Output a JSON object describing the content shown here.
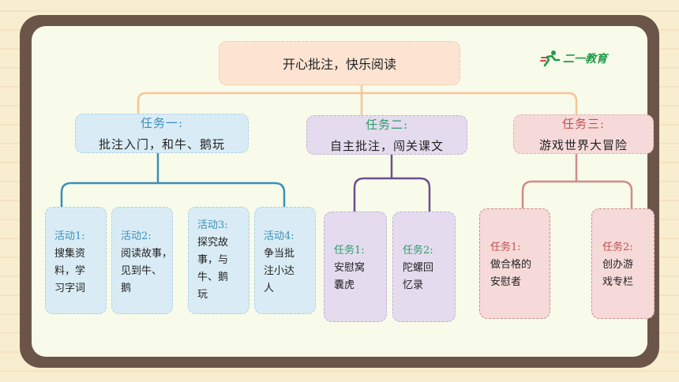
{
  "root": "开心批注，快乐阅读",
  "logo": {
    "text": "二一教育",
    "icon": "runner-icon",
    "color": "#1f9b4a"
  },
  "tasks": [
    {
      "title": "任务一:",
      "subtitle": "批注入门，和牛、鹅玩",
      "color": "#3b8fb9",
      "children": [
        {
          "title": "活动1:",
          "body": "搜集资\n料，学\n习字词"
        },
        {
          "title": "活动2:",
          "body": "阅读故事，\n见到牛、\n鹅"
        },
        {
          "title": "活动3:",
          "body": "探究故\n事，与\n牛、鹅\n玩"
        },
        {
          "title": "活动4:",
          "body": "争当批\n注小达\n人"
        }
      ]
    },
    {
      "title": "任务二:",
      "subtitle": "自主批注，闯关课文",
      "color": "#2e9a6d",
      "children": [
        {
          "title": "任务1:",
          "body": "安慰窝\n囊虎"
        },
        {
          "title": "任务2:",
          "body": "陀螺回\n忆录"
        }
      ]
    },
    {
      "title": "任务三:",
      "subtitle": "游戏世界大冒险",
      "color": "#c0504d",
      "children": [
        {
          "title": "任务1:",
          "body": "做合格的\n安慰者"
        },
        {
          "title": "任务2:",
          "body": "创办游\n戏专栏"
        }
      ]
    }
  ]
}
